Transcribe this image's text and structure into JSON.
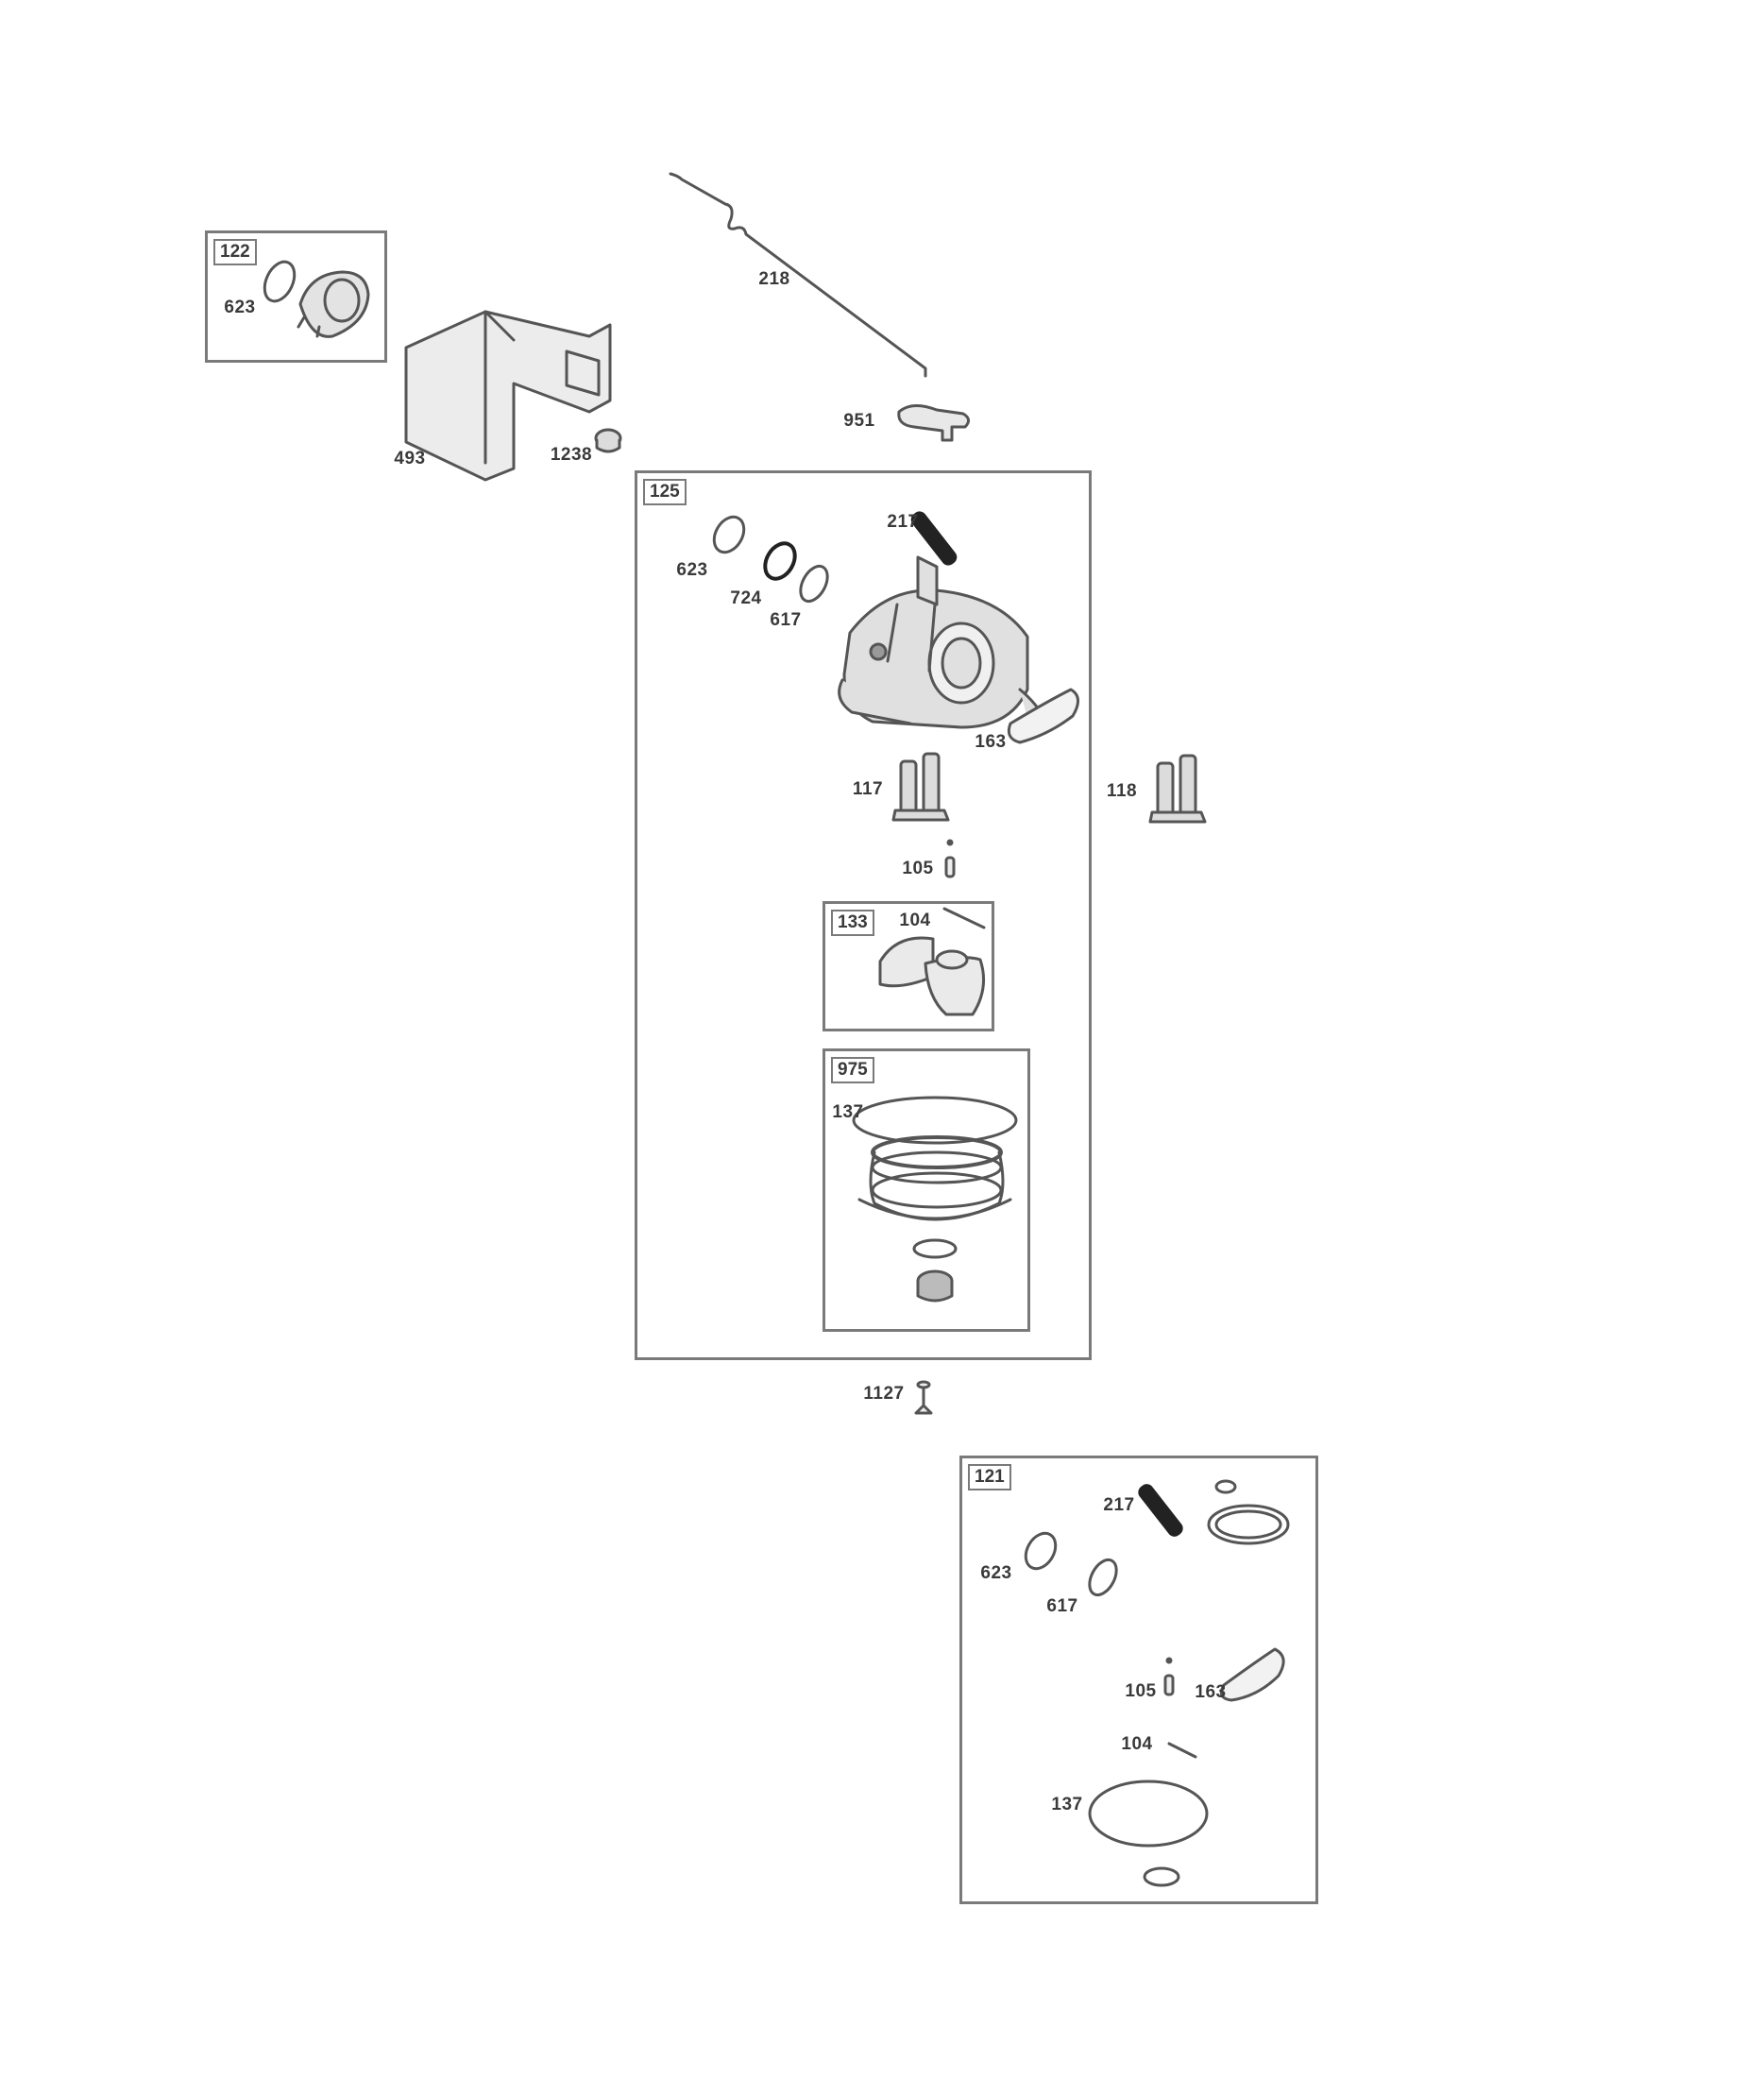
{
  "kits": {
    "k122": {
      "number": "122"
    },
    "k125": {
      "number": "125"
    },
    "k133": {
      "number": "133"
    },
    "k975": {
      "number": "975"
    },
    "k121": {
      "number": "121"
    }
  },
  "callouts": {
    "p623_a": "623",
    "p493": "493",
    "p1238": "1238",
    "p218": "218",
    "p951": "951",
    "p217_a": "217",
    "p623_b": "623",
    "p724": "724",
    "p617_a": "617",
    "p163_a": "163",
    "p117": "117",
    "p118": "118",
    "p105_a": "105",
    "p104_a": "104",
    "p137_a": "137",
    "p1127": "1127",
    "p217_b": "217",
    "p623_c": "623",
    "p617_b": "617",
    "p105_b": "105",
    "p163_b": "163",
    "p104_b": "104",
    "p137_b": "137"
  },
  "colors": {
    "line": "#7a7a7a",
    "part_stroke": "#555555",
    "part_fill": "#d9d9d9",
    "dark": "#222222"
  }
}
